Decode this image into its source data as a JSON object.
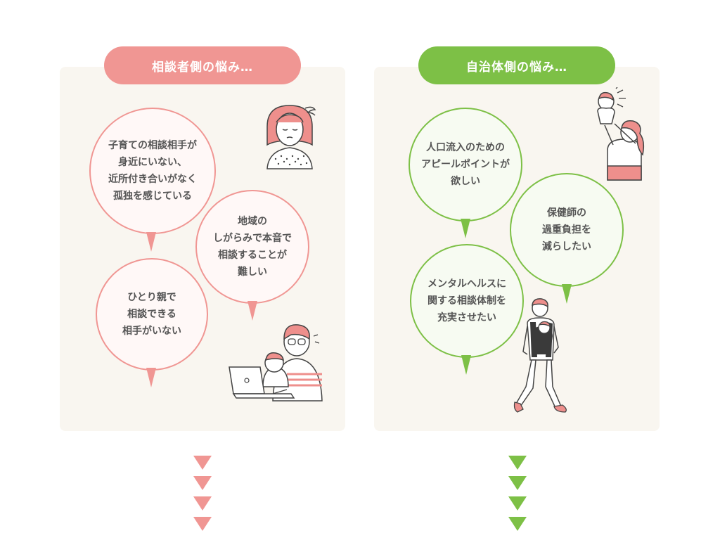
{
  "colors": {
    "pink": "#f09693",
    "green": "#7dc046",
    "panel_bg": "#f9f6f0"
  },
  "left_panel": {
    "title": "相談者側の悩み…",
    "bubbles": [
      {
        "text": "子育ての相談相手が\n身近にいない、\n近所付き合いがなく\n孤独を感じている"
      },
      {
        "text": "地域の\nしがらみで本音で\n相談することが\n難しい"
      },
      {
        "text": "ひとり親で\n相談できる\n相手がいない"
      }
    ],
    "illustrations": [
      "worried-woman-icon",
      "father-with-baby-laptop-icon"
    ]
  },
  "right_panel": {
    "title": "自治体側の悩み…",
    "bubbles": [
      {
        "text": "人口流入のための\nアピールポイントが\n欲しい"
      },
      {
        "text": "保健師の\n過重負担を\n減らしたい"
      },
      {
        "text": "メンタルヘルスに\n関する相談体制を\n充実させたい"
      }
    ],
    "illustrations": [
      "mother-lifting-baby-icon",
      "father-carrying-baby-walking-icon"
    ]
  },
  "arrows": {
    "count": 4
  }
}
